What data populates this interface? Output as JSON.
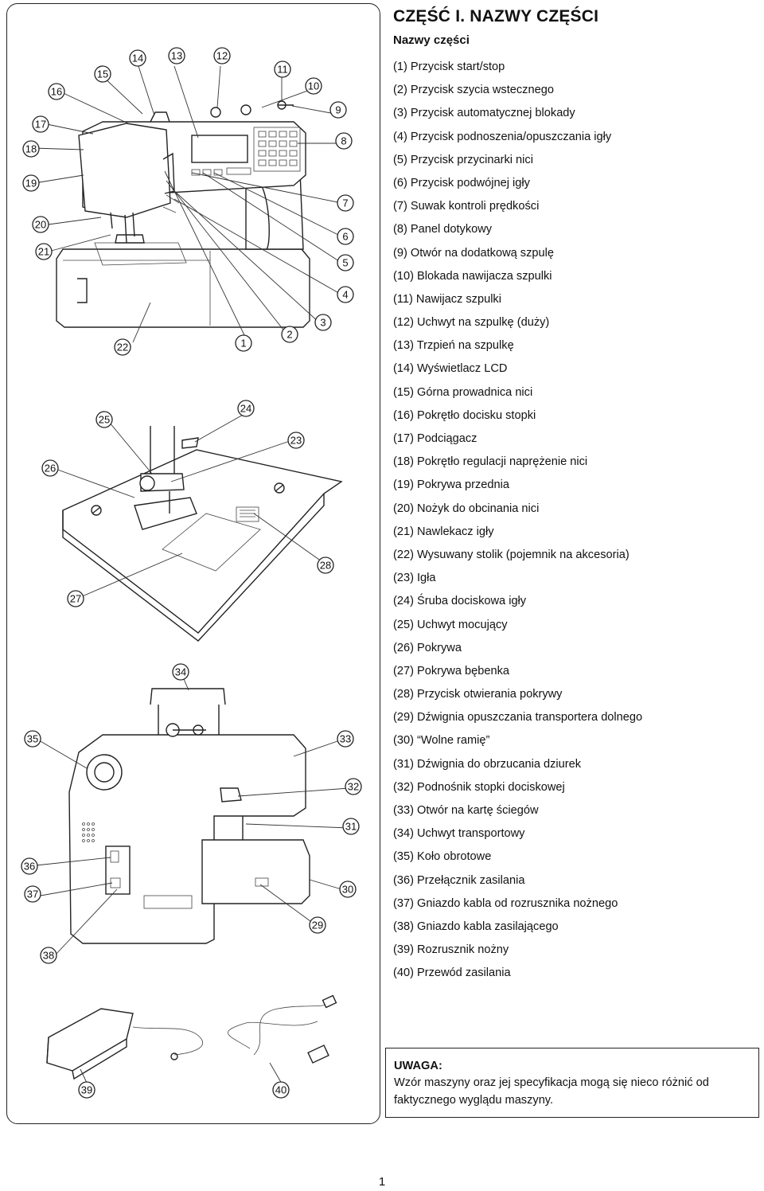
{
  "section_title": "CZĘŚĆ I. NAZWY CZĘŚCI",
  "subtitle": "Nazwy części",
  "parts": [
    "(1) Przycisk start/stop",
    "(2) Przycisk szycia wstecznego",
    "(3) Przycisk automatycznej blokady",
    "(4) Przycisk podnoszenia/opuszczania igły",
    "(5) Przycisk przycinarki nici",
    "(6) Przycisk podwójnej igły",
    "(7) Suwak kontroli prędkości",
    "(8) Panel dotykowy",
    "(9) Otwór na dodatkową szpulę",
    "(10) Blokada nawijacza szpulki",
    "(11) Nawijacz szpulki",
    "(12) Uchwyt na szpulkę (duży)",
    "(13) Trzpień na szpulkę",
    "(14) Wyświetlacz LCD",
    "(15) Górna prowadnica nici",
    "(16) Pokrętło docisku stopki",
    "(17) Podciągacz",
    "(18) Pokrętło regulacji naprężenie nici",
    "(19) Pokrywa przednia",
    "(20) Nożyk do obcinania nici",
    "(21) Nawlekacz igły",
    "(22) Wysuwany stolik (pojemnik na akcesoria)",
    "(23) Igła",
    "(24) Śruba dociskowa igły",
    "(25) Uchwyt mocujący",
    "(26) Pokrywa",
    "(27) Pokrywa bębenka",
    "(28) Przycisk otwierania pokrywy",
    "(29) Dźwignia opuszczania transportera dolnego",
    "(30) “Wolne ramię”",
    "(31) Dźwignia do obrzucania dziurek",
    "(32) Podnośnik stopki dociskowej",
    "(33) Otwór na kartę ściegów",
    "(34) Uchwyt transportowy",
    "(35) Koło obrotowe",
    "(36) Przełącznik zasilania",
    "(37) Gniazdo kabla od rozrusznika nożnego",
    "(38) Gniazdo kabla zasilającego",
    "(39) Rozrusznik nożny",
    "(40) Przewód zasilania"
  ],
  "note": {
    "title": "UWAGA:",
    "text": "Wzór maszyny oraz jej specyfikacja mogą się nieco różnić od faktycznego wyglądu maszyny."
  },
  "page_number": "1"
}
